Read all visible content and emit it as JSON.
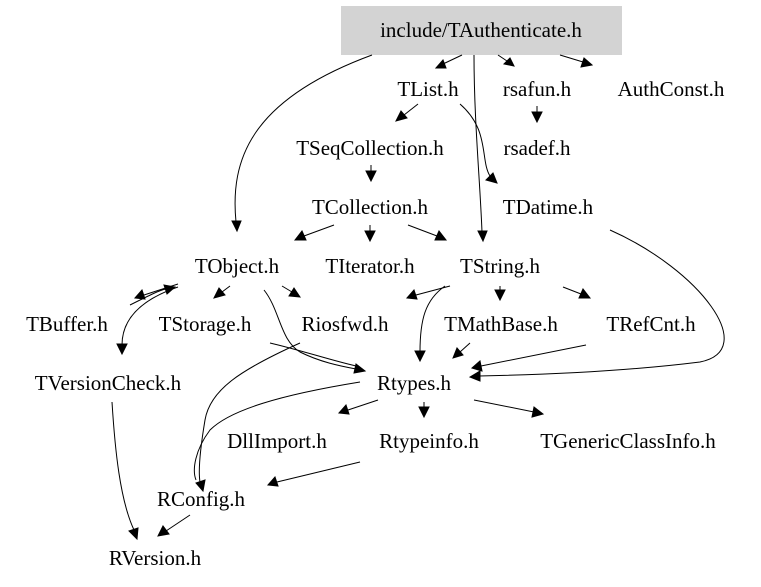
{
  "graph": {
    "root": {
      "label": "include/TAuthenticate.h",
      "fill": "#d3d3d3",
      "text_color": "#000000"
    },
    "nodes": {
      "tlist": "TList.h",
      "rsafun": "rsafun.h",
      "authconst": "AuthConst.h",
      "tseqcollection": "TSeqCollection.h",
      "rsadef": "rsadef.h",
      "tcollection": "TCollection.h",
      "tdatime": "TDatime.h",
      "tobject": "TObject.h",
      "titerator": "TIterator.h",
      "tstring": "TString.h",
      "tbuffer": "TBuffer.h",
      "tstorage": "TStorage.h",
      "riosfwd": "Riosfwd.h",
      "tmathbase": "TMathBase.h",
      "trefcnt": "TRefCnt.h",
      "tversioncheck": "TVersionCheck.h",
      "rtypes": "Rtypes.h",
      "dllimport": "DllImport.h",
      "rtypeinfo": "Rtypeinfo.h",
      "tgenericclassinfo": "TGenericClassInfo.h",
      "rconfig": "RConfig.h",
      "rversion": "RVersion.h"
    },
    "edge_color": "#000000"
  }
}
